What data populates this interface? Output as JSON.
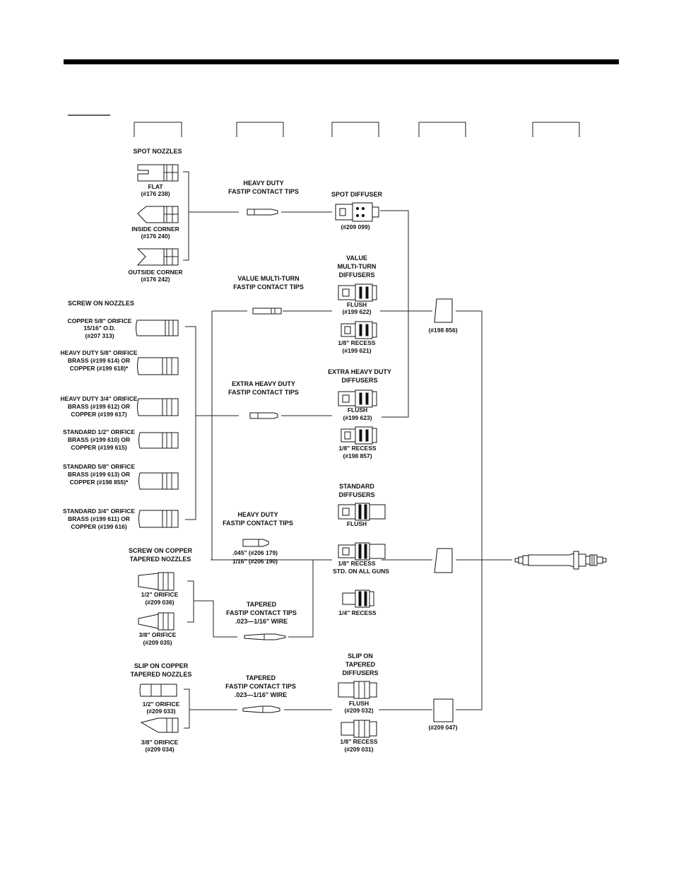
{
  "section_headers": {
    "spot_nozzles": "SPOT NOZZLES",
    "screw_on_nozzles": "SCREW ON NOZZLES",
    "screw_on_copper_tapered_1": "SCREW ON COPPER",
    "screw_on_copper_tapered_2": "TAPERED NOZZLES",
    "slip_on_copper_tapered_1": "SLIP ON COPPER",
    "slip_on_copper_tapered_2": "TAPERED NOZZLES"
  },
  "spot_nozzles": [
    {
      "name": "FLAT",
      "part": "(#176 238)"
    },
    {
      "name": "INSIDE CORNER",
      "part": "(#176 240)"
    },
    {
      "name": "OUTSIDE CORNER",
      "part": "(#176 242)"
    }
  ],
  "screw_on_nozzles": [
    {
      "l1": "COPPER 5/8\" ORIFICE",
      "l2": "15/16\" O.D.",
      "l3": "(#207 313)"
    },
    {
      "l1": "HEAVY DUTY 5/8\" ORIFICE",
      "l2": "BRASS (#199 614) OR",
      "l3": "COPPER (#199 618)*"
    },
    {
      "l1": "HEAVY DUTY 3/4\" ORIFICE",
      "l2": "BRASS (#199 612) OR",
      "l3": "COPPER (#199 617)"
    },
    {
      "l1": "STANDARD 1/2\" ORIFICE",
      "l2": "BRASS (#199 610) OR",
      "l3": "COPPER (#199 615)"
    },
    {
      "l1": "STANDARD 5/8\" ORIFICE",
      "l2": "BRASS (#199 613) OR",
      "l3": "COPPER (#198 855)*"
    },
    {
      "l1": "STANDARD 3/4\" ORIFICE",
      "l2": "BRASS (#199 611) OR",
      "l3": "COPPER (#199 616)"
    }
  ],
  "screw_on_tapered": [
    {
      "name": "1/2\" ORIFICE",
      "part": "(#209 036)"
    },
    {
      "name": "3/8\" ORIFICE",
      "part": "(#209 035)"
    }
  ],
  "slip_on_tapered": [
    {
      "name": "1/2\" ORIFICE",
      "part": "(#209 033)"
    },
    {
      "name": "3/8\" ORIFICE",
      "part": "(#209 034)"
    }
  ],
  "contact_tips": {
    "heavy_duty_spot_1": "HEAVY DUTY",
    "heavy_duty_spot_2": "FASTIP CONTACT TIPS",
    "value_multi_1": "VALUE MULTI-TURN",
    "value_multi_2": "FASTIP CONTACT TIPS",
    "extra_heavy_1": "EXTRA HEAVY DUTY",
    "extra_heavy_2": "FASTIP CONTACT TIPS",
    "heavy_duty_1": "HEAVY DUTY",
    "heavy_duty_2": "FASTIP CONTACT TIPS",
    "heavy_duty_part_1": ".045\" (#206 179)",
    "heavy_duty_part_2": "1/16\" (#206 190)",
    "tapered_a_1": "TAPERED",
    "tapered_a_2": "FASTIP CONTACT TIPS",
    "tapered_a_3": ".023—1/16\" WIRE",
    "tapered_b_1": "TAPERED",
    "tapered_b_2": "FASTIP CONTACT TIPS",
    "tapered_b_3": ".023—1/16\" WIRE"
  },
  "diffusers": {
    "spot_title": "SPOT DIFFUSER",
    "spot_part": "(#209 099)",
    "value_title_1": "VALUE",
    "value_title_2": "MULTI-TURN",
    "value_title_3": "DIFFUSERS",
    "value_flush": "FLUSH",
    "value_flush_part": "(#199 622)",
    "value_recess": "1/8\" RECESS",
    "value_recess_part": "(#199 621)",
    "xhd_title_1": "EXTRA HEAVY DUTY",
    "xhd_title_2": "DIFFUSERS",
    "xhd_flush": "FLUSH",
    "xhd_flush_part": "(#199 623)",
    "xhd_recess": "1/8\" RECESS",
    "xhd_recess_part": "(#198 857)",
    "std_title_1": "STANDARD",
    "std_title_2": "DIFFUSERS",
    "std_flush": "FLUSH",
    "std_recess": "1/8\" RECESS",
    "std_recess_note": "STD. ON ALL GUNS",
    "std_quarter": "1/4\" RECESS",
    "slip_title_1": "SLIP ON",
    "slip_title_2": "TAPERED",
    "slip_title_3": "DIFFUSERS",
    "slip_flush": "FLUSH",
    "slip_flush_part": "(#209 032)",
    "slip_recess": "1/8\" RECESS",
    "slip_recess_part": "(#209 031)"
  },
  "adapters": {
    "upper_part": "(#198 856)",
    "lower_part": "(#209 047)"
  }
}
